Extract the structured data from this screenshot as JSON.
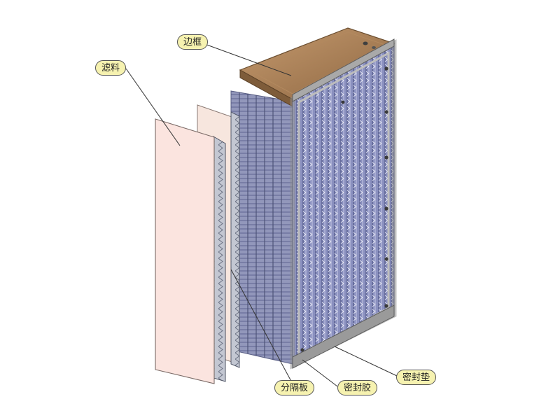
{
  "labels": {
    "filter_media": "滤料",
    "frame": "边框",
    "separator": "分隔板",
    "sealant": "密封胶",
    "gasket": "密封垫"
  },
  "colors": {
    "media_pink": "#fbe4df",
    "frame_brown": "#a67d55",
    "mesh_blue": "#7f86b8",
    "separator_gray": "#b8bcc8",
    "gasket_gray": "#c9c9c9",
    "callout_fill": "#f6f2b0"
  }
}
